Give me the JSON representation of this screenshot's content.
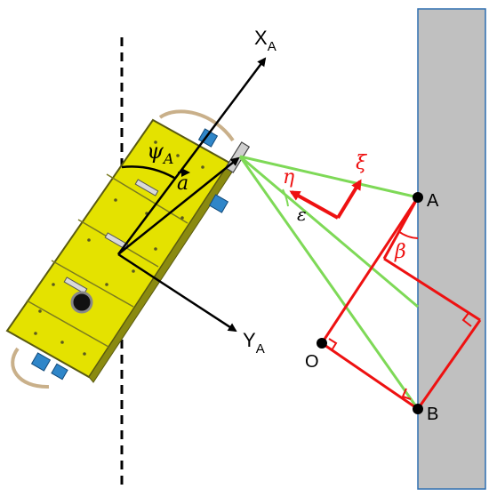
{
  "labels": {
    "x_axis": "X",
    "x_axis_sub": "A",
    "y_axis": "Y",
    "y_axis_sub": "A",
    "psi": "ψ",
    "psi_sub": "A",
    "vec_a": "a",
    "eta": "η",
    "xi": "ξ",
    "epsilon": "ε",
    "beta": "β",
    "point_a": "A",
    "point_b": "B",
    "point_o": "O"
  },
  "colors": {
    "body": "#e4e200",
    "body_stroke": "#5a5a10",
    "wall": "#c0c0c0",
    "wall_stroke": "#2e6fb0",
    "green": "#7ed957",
    "red": "#ee1111",
    "black": "#000000",
    "thruster": "#2f86c9"
  },
  "icons": {
    "robot": "underwater-robot-icon",
    "wall": "wall-surface",
    "vector_arrow": "vector-arrow-icon"
  }
}
